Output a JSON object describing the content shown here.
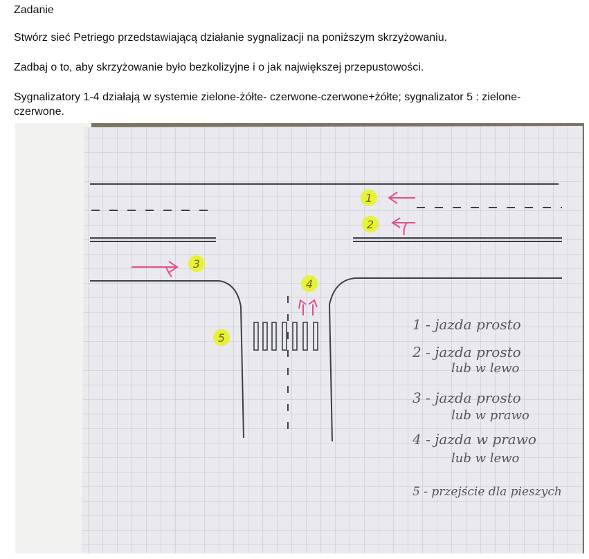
{
  "document": {
    "heading": "Zadanie",
    "paragraphs": [
      "Stwórz sieć Petriego przedstawiającą działanie sygnalizacji na poniższym skrzyżowaniu.",
      "Zadbaj o to, aby skrzyżowanie było bezkolizyjne i o jak największej przepustowości.",
      "Sygnalizatory 1-4 działają w systemie zielone-żółte- czerwone-czerwone+żółte; sygnalizator 5 : zielone-czerwone."
    ]
  },
  "sketch": {
    "signals": [
      {
        "number": "1"
      },
      {
        "number": "2"
      },
      {
        "number": "3"
      },
      {
        "number": "4"
      },
      {
        "number": "5"
      }
    ],
    "legend": [
      {
        "line1": "1 - jazda prosto",
        "line2": ""
      },
      {
        "line1": "2 - jazda prosto",
        "line2": "lub w lewo"
      },
      {
        "line1": "3 - jazda prosto",
        "line2": "lub w prawo"
      },
      {
        "line1": "4 - jazda w prawo",
        "line2": "lub w lewo"
      },
      {
        "line1": "5 - przejście dla pieszych",
        "line2": ""
      }
    ],
    "colors": {
      "paper": "#e9e9ee",
      "grid": "#b3b6c2",
      "ink": "#3e4048",
      "arrow": "#e0508a",
      "marker": "#e5f23a",
      "background_dark": "#7b7465",
      "background_light": "#f2f2f0"
    }
  }
}
